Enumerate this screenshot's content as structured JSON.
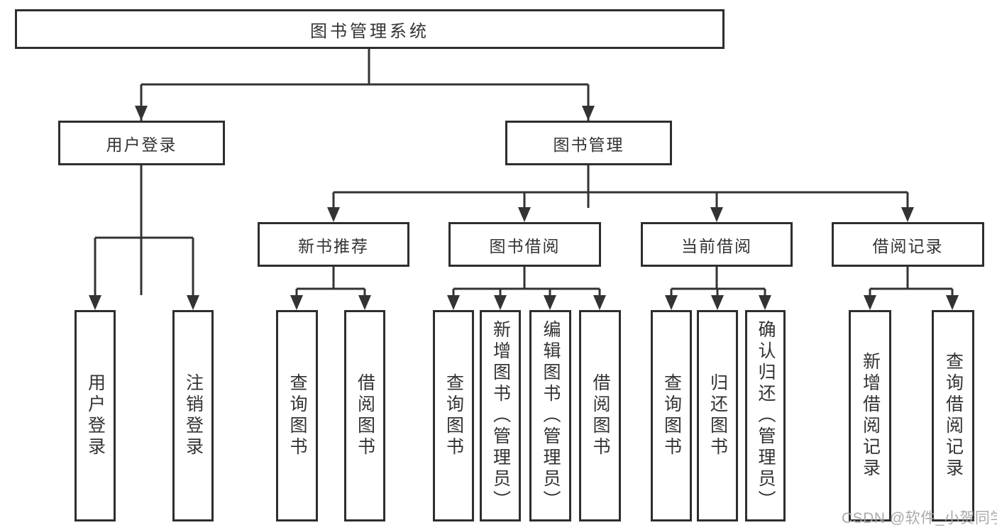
{
  "tree": {
    "root": "图书管理系统",
    "level2": {
      "user_login": "用户登录",
      "book_management": "图书管理"
    },
    "level3": {
      "new_book_recommend": "新书推荐",
      "book_borrowing": "图书借阅",
      "current_borrowing": "当前借阅",
      "borrowing_records": "借阅记录"
    },
    "leaves": {
      "user_login": "用户登录",
      "logout": "注销登录",
      "query_books_rec": "查询图书",
      "borrow_books_rec": "借阅图书",
      "query_books_borrow": "查询图书",
      "add_book_admin": "新增图书（管理员）",
      "edit_book_admin": "编辑图书（管理员）",
      "borrow_books_borrow": "借阅图书",
      "query_books_current": "查询图书",
      "return_books": "归还图书",
      "confirm_return_admin": "确认归还（管理员）",
      "add_borrow_record": "新增借阅记录",
      "query_borrow_record": "查询借阅记录"
    }
  },
  "watermark": "CSDN @软件_小贺同学",
  "colors": {
    "line": "#333333",
    "box_border": "#2e2e2e",
    "text": "#333333",
    "watermark": "#a5a5a5",
    "background": "#ffffff"
  }
}
